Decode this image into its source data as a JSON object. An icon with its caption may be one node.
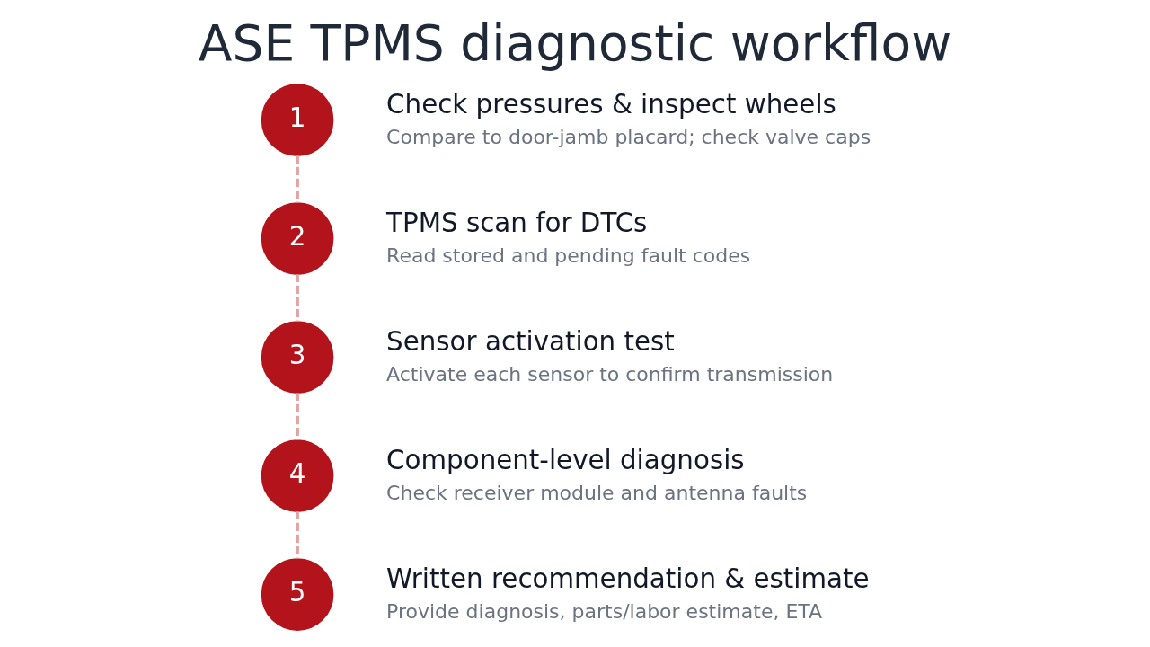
{
  "diagram": {
    "title": "ASE TPMS diagnostic workflow",
    "nodes": [
      {
        "text": [
          "1"
        ],
        "beside": [
          "Check pressures & inspect wheels",
          "Compare to door-jamb placard; check valve caps"
        ]
      },
      {
        "text": [
          "2"
        ],
        "beside": [
          "TPMS scan for DTCs",
          "Read stored and pending fault codes"
        ]
      },
      {
        "text": [
          "3"
        ],
        "beside": [
          "Sensor activation test",
          "Activate each sensor to confirm transmission"
        ]
      },
      {
        "text": [
          "4"
        ],
        "beside": [
          "Component-level diagnosis",
          "Check receiver module and antenna faults"
        ]
      },
      {
        "text": [
          "5"
        ],
        "beside": [
          "Written recommendation & estimate",
          "Provide diagnosis, parts/labor estimate, ETA"
        ]
      }
    ],
    "edges": [
      {
        "from": 0,
        "to": 1,
        "arrow": "none",
        "style": "dashed"
      },
      {
        "from": 1,
        "to": 2,
        "arrow": "none",
        "style": "dashed"
      },
      {
        "from": 2,
        "to": 3,
        "arrow": "none",
        "style": "dashed"
      },
      {
        "from": 3,
        "to": 4,
        "arrow": "none",
        "style": "dashed"
      }
    ]
  }
}
